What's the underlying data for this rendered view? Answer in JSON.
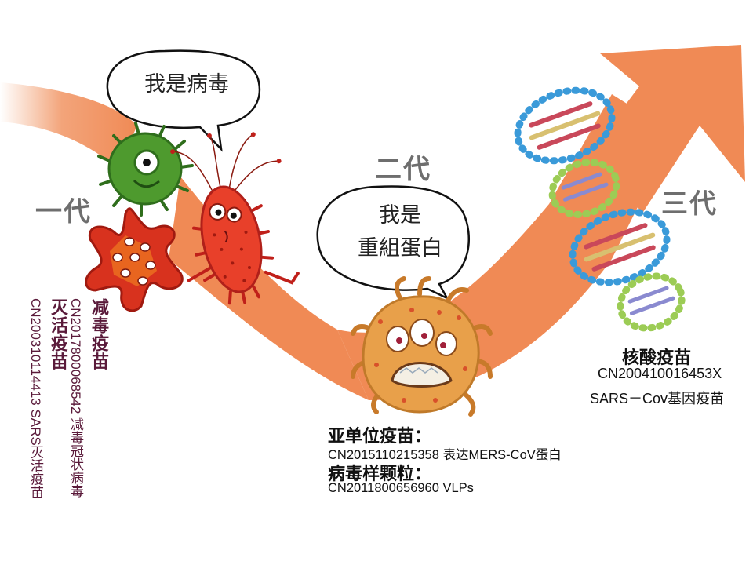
{
  "generations": {
    "first": {
      "label": "一代"
    },
    "second": {
      "label": "二代"
    },
    "third": {
      "label": "三代"
    }
  },
  "speech_bubbles": {
    "virus": {
      "text": "我是病毒"
    },
    "protein": {
      "line1": "我是",
      "line2": "重組蛋白"
    }
  },
  "first_gen": {
    "attenuated": {
      "title": "减毒疫苗",
      "patent": "CN2017800068542 减毒冠状病毒"
    },
    "inactivated": {
      "title": "灭活疫苗",
      "patent": "CN200310114413 SARS灭活疫苗"
    }
  },
  "second_gen": {
    "subunit": {
      "title": "亚单位疫苗：",
      "patent": "CN2015110215358 表达MERS-CoV蛋白"
    },
    "vlp": {
      "title": "病毒样颗粒：",
      "patent": "CN2011800656960 VLPs"
    }
  },
  "third_gen": {
    "nucleic": {
      "title": "核酸疫苗",
      "patent": "CN200410016453X",
      "desc": "SARS－Cov基因疫苗"
    }
  },
  "colors": {
    "arrow": "#f08a55",
    "generation_label": "#6e6e6e",
    "vertical_text": "#5a1a3a",
    "green_virus": "#4e9a2e",
    "red_bacterium": "#e8402a",
    "star_virus": "#d8321e",
    "orange_virus": "#e8a04a",
    "dna_blue": "#3a9ad9",
    "dna_green": "#9ccc55"
  },
  "icons": {
    "arrow": "upward-growth-arrow",
    "virus_green": "green-virus-cartoon",
    "virus_star": "star-virus-cartoon",
    "bacterium": "red-bacterium-cartoon",
    "virus_orange": "orange-virus-cartoon",
    "dna": "dna-helix-illustration"
  }
}
